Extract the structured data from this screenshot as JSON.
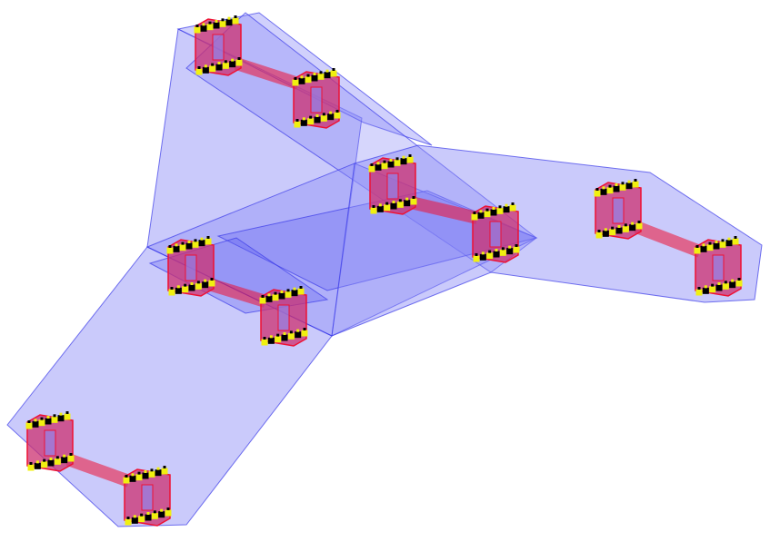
{
  "colors": {
    "background": "#ffffff",
    "hull_fill": "#8a8af7",
    "hull_fill_dark": "#5a5af0",
    "hull_stroke": "#3a3ae8",
    "cell_fill": "#cc3070",
    "cell_fill_light": "#e06090",
    "cell_stroke": "#ee1133",
    "node_yellow": "#f0f010",
    "node_black": "#000000"
  },
  "clusters": [
    {
      "id": "cluster-top"
    },
    {
      "id": "cluster-center-left"
    },
    {
      "id": "cluster-center-right"
    },
    {
      "id": "cluster-right"
    },
    {
      "id": "cluster-bottom-left"
    }
  ]
}
